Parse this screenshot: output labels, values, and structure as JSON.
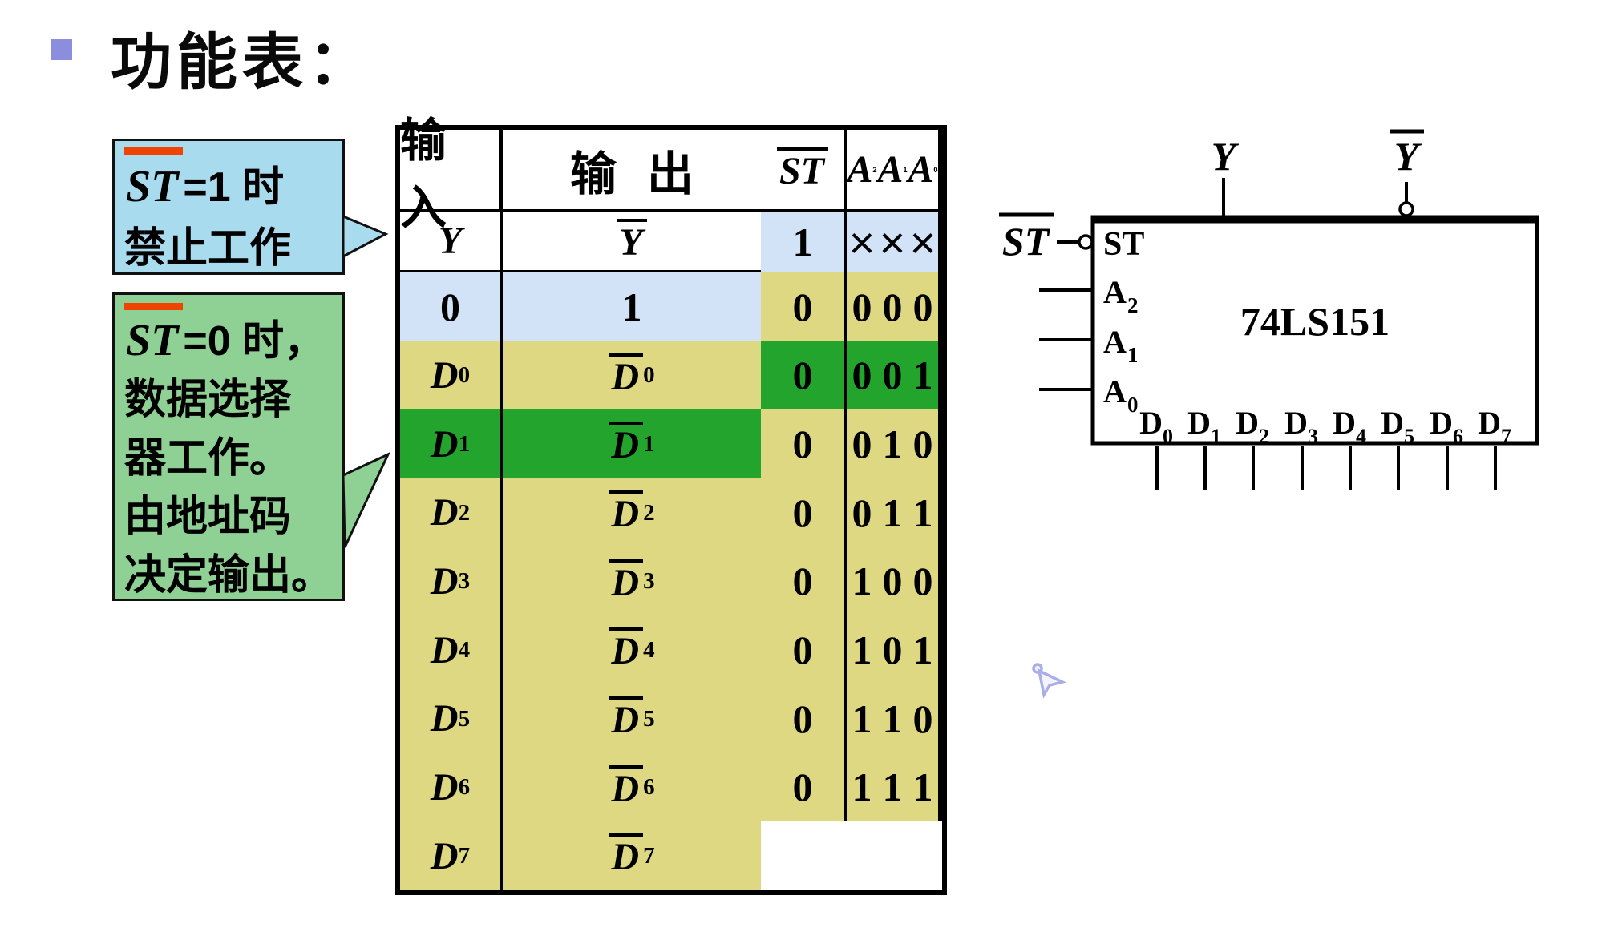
{
  "title": {
    "text": "功能表："
  },
  "callout_disable": {
    "st": "ST",
    "after_st": "=1 时",
    "line2": "禁止工作"
  },
  "callout_enable": {
    "st": "ST",
    "after_st": "=0 时，",
    "line2": "数据选择",
    "line3": "器工作。",
    "line4": "由地址码",
    "line5": "决定输出。"
  },
  "table": {
    "header_input": "输 入",
    "header_output": "输 出",
    "col_st": "ST",
    "col_a": [
      {
        "t": "A",
        "s": "2"
      },
      {
        "t": "A",
        "s": "1"
      },
      {
        "t": "A",
        "s": "0"
      }
    ],
    "col_y": "Y",
    "col_ybar": "Y",
    "rows": [
      {
        "bg": "blue",
        "st": "1",
        "a": [
          "×",
          "×",
          "×"
        ],
        "y": {
          "t": "0"
        },
        "ybar": {
          "t": "1"
        }
      },
      {
        "bg": "yellow",
        "st": "0",
        "a": [
          "0",
          "0",
          "0"
        ],
        "y": {
          "t": "D",
          "s": "0"
        },
        "ybar": {
          "t": "D",
          "s": "0",
          "bar": true
        }
      },
      {
        "bg": "green",
        "st": "0",
        "a": [
          "0",
          "0",
          "1"
        ],
        "y": {
          "t": "D",
          "s": "1"
        },
        "ybar": {
          "t": "D",
          "s": "1",
          "bar": true
        }
      },
      {
        "bg": "yellow",
        "st": "0",
        "a": [
          "0",
          "1",
          "0"
        ],
        "y": {
          "t": "D",
          "s": "2"
        },
        "ybar": {
          "t": "D",
          "s": "2",
          "bar": true
        }
      },
      {
        "bg": "yellow",
        "st": "0",
        "a": [
          "0",
          "1",
          "1"
        ],
        "y": {
          "t": "D",
          "s": "3"
        },
        "ybar": {
          "t": "D",
          "s": "3",
          "bar": true
        }
      },
      {
        "bg": "yellow",
        "st": "0",
        "a": [
          "1",
          "0",
          "0"
        ],
        "y": {
          "t": "D",
          "s": "4"
        },
        "ybar": {
          "t": "D",
          "s": "4",
          "bar": true
        }
      },
      {
        "bg": "yellow",
        "st": "0",
        "a": [
          "1",
          "0",
          "1"
        ],
        "y": {
          "t": "D",
          "s": "5"
        },
        "ybar": {
          "t": "D",
          "s": "5",
          "bar": true
        }
      },
      {
        "bg": "yellow",
        "st": "0",
        "a": [
          "1",
          "1",
          "0"
        ],
        "y": {
          "t": "D",
          "s": "6"
        },
        "ybar": {
          "t": "D",
          "s": "6",
          "bar": true
        }
      },
      {
        "bg": "yellow",
        "st": "0",
        "a": [
          "1",
          "1",
          "1"
        ],
        "y": {
          "t": "D",
          "s": "7"
        },
        "ybar": {
          "t": "D",
          "s": "7",
          "bar": true
        }
      }
    ]
  },
  "chip": {
    "label": "74LS151",
    "out_y": "Y",
    "out_ybar": "Y",
    "in_st_ext": "ST",
    "in_st": "ST",
    "in_a": [
      {
        "t": "A",
        "s": "2"
      },
      {
        "t": "A",
        "s": "1"
      },
      {
        "t": "A",
        "s": "0"
      }
    ],
    "in_d": [
      {
        "t": "D",
        "s": "0"
      },
      {
        "t": "D",
        "s": "1"
      },
      {
        "t": "D",
        "s": "2"
      },
      {
        "t": "D",
        "s": "3"
      },
      {
        "t": "D",
        "s": "4"
      },
      {
        "t": "D",
        "s": "5"
      },
      {
        "t": "D",
        "s": "6"
      },
      {
        "t": "D",
        "s": "7"
      }
    ]
  },
  "cursor": {
    "icon": "arrow-pointer"
  },
  "colors": {
    "row_blue": "#d2e3f7",
    "row_yellow": "#ddd881",
    "row_green": "#23a42c",
    "callout_blue": "#a9dbef",
    "callout_green": "#8fd094",
    "overline_orange": "#f14300",
    "bullet": "#8a8edd"
  }
}
